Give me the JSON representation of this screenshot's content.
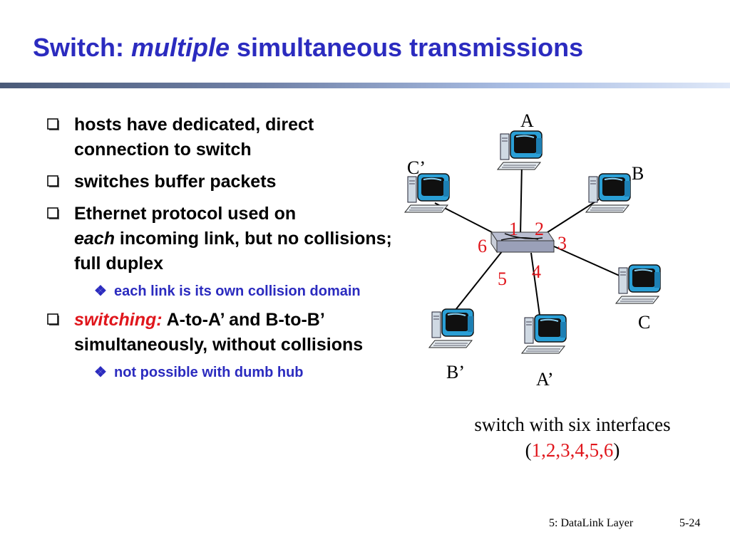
{
  "title": {
    "part1": "Switch: ",
    "part2": "multiple",
    "part3": " simultaneous transmissions"
  },
  "bullets": {
    "b1": "hosts have dedicated, direct connection to switch",
    "b2": "switches buffer packets",
    "b3_line1": "Ethernet protocol used on",
    "b3_each": "each",
    "b3_rest": " incoming link, but no collisions; full duplex",
    "b3_sub": "each link is its own collision domain",
    "b4_switching": "switching:",
    "b4_rest": " A-to-A’ and B-to-B’ simultaneously, without collisions",
    "b4_sub": "not possible with dumb hub"
  },
  "diagram": {
    "hosts": {
      "A": "A",
      "B": "B",
      "C": "C",
      "A_prime": "A’",
      "B_prime": "B’",
      "C_prime": "C’"
    },
    "ports": {
      "p1": "1",
      "p2": "2",
      "p3": "3",
      "p4": "4",
      "p5": "5",
      "p6": "6"
    }
  },
  "caption": {
    "line1": "switch with six interfaces",
    "open_paren": "(",
    "ports": "1,2,3,4,5,6",
    "close_paren": ")"
  },
  "footer": {
    "chapter": "5: DataLink Layer",
    "page": "5-24"
  },
  "colors": {
    "title_blue": "#2b2bbf",
    "sub_blue": "#2b2bbf",
    "port_red": "#e0161c"
  }
}
